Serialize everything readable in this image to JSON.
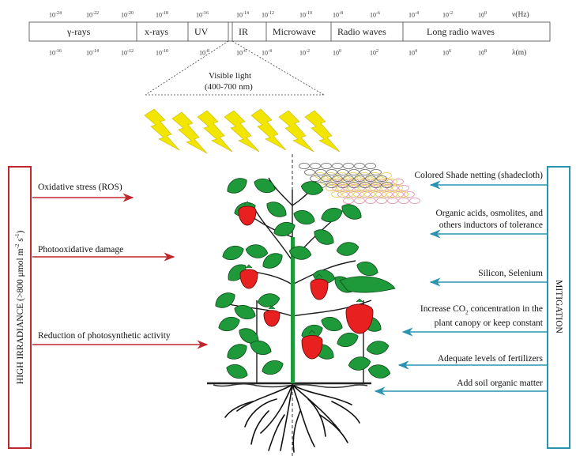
{
  "spectrum": {
    "freq_ticks": [
      "10",
      "10",
      "10",
      "10",
      "10",
      "10",
      "10",
      "10",
      "10",
      "10",
      "10",
      "10",
      "10"
    ],
    "freq_exps": [
      "-24",
      "-22",
      "-20",
      "-18",
      "-16",
      "-14",
      "-12",
      "-10",
      "-8",
      "-6",
      "-4",
      "-2",
      "0"
    ],
    "freq_unit": "ν(Hz)",
    "bands": [
      "γ-rays",
      "x-rays",
      "UV",
      "IR",
      "Microwave",
      "Radio waves",
      "Long radio waves"
    ],
    "wave_ticks": [
      "10",
      "10",
      "10",
      "10",
      "10",
      "10",
      "10",
      "10",
      "10",
      "10",
      "10",
      "10",
      "10"
    ],
    "wave_exps": [
      "-16",
      "-14",
      "-12",
      "-10",
      "-8",
      "-6",
      "-4",
      "-2",
      "0",
      "2",
      "4",
      "6",
      "8"
    ],
    "wave_unit": "λ(m)",
    "visible_line1": "Visible light",
    "visible_line2": "(400-700 nm)"
  },
  "left_panel": {
    "title_pre": "HIGH IRRADIANCE (>800 μmol m",
    "title_sup1": "-2",
    "title_mid": " s",
    "title_sup2": "-1",
    "title_post": ")",
    "effects": [
      "Oxidative stress (ROS)",
      "Photooxidative damage",
      "Reduction of photosynthetic activity"
    ]
  },
  "right_panel": {
    "title": "MITIGATION",
    "items": [
      {
        "line1": "Colored Shade netting (shadecloth)",
        "line2": ""
      },
      {
        "line1": "Organic acids, osmolites, and",
        "line2": "others inductors of tolerance"
      },
      {
        "line1": "Silicon, Selenium",
        "line2": ""
      },
      {
        "line1": "Increase CO",
        "sub": "2",
        "line1b": " concentration in the",
        "line2": "plant canopy or keep constant"
      },
      {
        "line1": "Adequate levels of fertilizers",
        "line2": ""
      },
      {
        "line1": "Add soil organic matter",
        "line2": ""
      }
    ]
  },
  "colors": {
    "left_accent": "#c0262d",
    "right_accent": "#2a93b0",
    "bolt": "#f2e500",
    "leaf": "#1f9a3a",
    "fruit": "#e8201f"
  }
}
